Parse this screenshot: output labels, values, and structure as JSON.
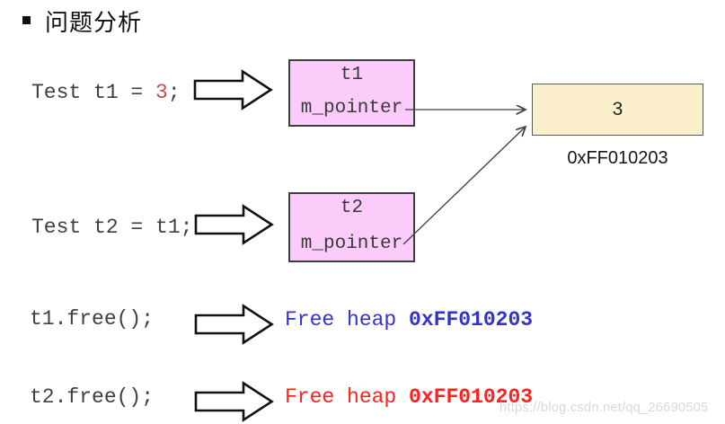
{
  "title": {
    "text": "问题分析"
  },
  "statements": [
    {
      "prefix": "Test t1 = ",
      "highlight": "3",
      "suffix": ";"
    },
    {
      "text": "Test t2 = t1;"
    },
    {
      "text": "t1.free();"
    },
    {
      "text": "t2.free();"
    }
  ],
  "objects": {
    "t1": {
      "name": "t1",
      "field": "m_pointer"
    },
    "t2": {
      "name": "t2",
      "field": "m_pointer"
    }
  },
  "heap": {
    "value": "3",
    "address": "0xFF010203"
  },
  "results": {
    "free1": {
      "label": "Free heap ",
      "address": "0xFF010203",
      "color": "#3333cc"
    },
    "free2": {
      "label": "Free heap ",
      "address": "0xFF010203",
      "color": "#ff2020"
    }
  },
  "watermark": "https://blog.csdn.net/qq_26690505",
  "colors": {
    "object_fill": "#fbcbfa",
    "object_border": "#3f3f3f",
    "heap_fill": "#fcefcb",
    "heap_border": "#595959",
    "code_text": "#404040",
    "highlight_red": "#c0504d",
    "free_blue": "#3333cc",
    "free_red": "#ff2020",
    "watermark_gray": "#d9d9d9"
  }
}
